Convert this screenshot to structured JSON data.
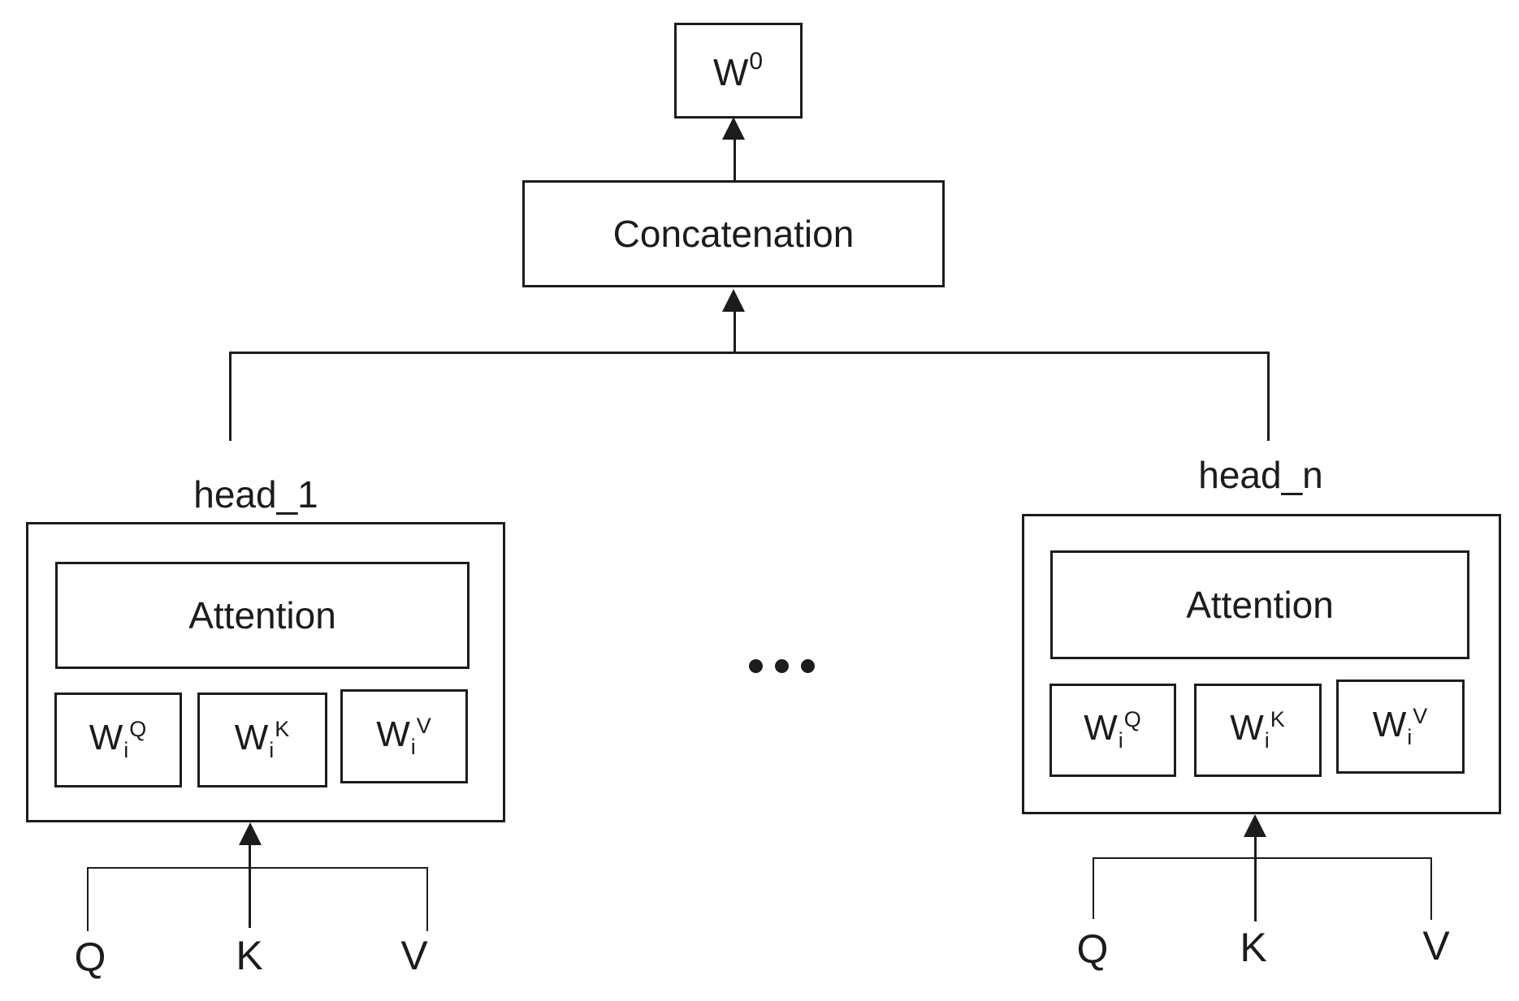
{
  "diagram": {
    "output_weight": {
      "base": "W",
      "sup": "0"
    },
    "concatenation": {
      "label": "Concatenation"
    },
    "ellipsis": "...",
    "heads": [
      {
        "label": "head_1",
        "attention": "Attention",
        "weights": [
          {
            "base": "W",
            "sub": "i",
            "sup": "Q"
          },
          {
            "base": "W",
            "sub": "i",
            "sup": "K"
          },
          {
            "base": "W",
            "sub": "i",
            "sup": "V"
          }
        ],
        "inputs": [
          "Q",
          "K",
          "V"
        ]
      },
      {
        "label": "head_n",
        "attention": "Attention",
        "weights": [
          {
            "base": "W",
            "sub": "i",
            "sup": "Q"
          },
          {
            "base": "W",
            "sub": "i",
            "sup": "K"
          },
          {
            "base": "W",
            "sub": "i",
            "sup": "V"
          }
        ],
        "inputs": [
          "Q",
          "K",
          "V"
        ]
      }
    ],
    "colors": {
      "line": "#1c1c1c",
      "background": "#ffffff"
    }
  }
}
